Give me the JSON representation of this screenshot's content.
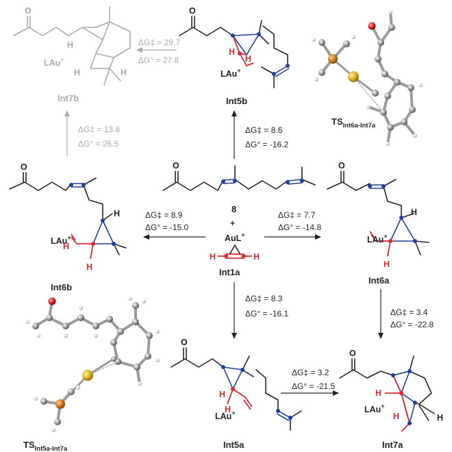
{
  "labels": {
    "int7b": "Int7b",
    "int5b": "Int5b",
    "ts6a7a": "TS",
    "ts6a7a_sub": "Int6a-Int7a",
    "int6b": "Int6b",
    "compound8": "8",
    "int1a": "Int1a",
    "int6a": "Int6a",
    "ts5a7a": "TS",
    "ts5a7a_sub": "Int5a-Int7a",
    "int5a": "Int5a",
    "int7a": "Int7a"
  },
  "reagent": {
    "plus": "+",
    "aul": "AuL",
    "charge": "+"
  },
  "energies": {
    "int5b_to_int7b": {
      "dg_ts": "ΔG‡ = 29.7",
      "dg_rxn": "ΔG° = 27.8"
    },
    "int6b_to_int7b": {
      "dg_ts": "ΔG‡ = 13.8",
      "dg_rxn": "ΔG° = 26.5"
    },
    "to_int5b": {
      "dg_ts": "ΔG‡ = 8.6",
      "dg_rxn": "ΔG° = -16.2"
    },
    "to_int6b": {
      "dg_ts": "ΔG‡ = 8.9",
      "dg_rxn": "ΔG° = -15.0"
    },
    "to_int6a": {
      "dg_ts": "ΔG‡ = 7.7",
      "dg_rxn": "ΔG° = -14.8"
    },
    "to_int5a": {
      "dg_ts": "ΔG‡ = 8.3",
      "dg_rxn": "ΔG° = -16.1"
    },
    "int6a_to_int7a": {
      "dg_ts": "ΔG‡ = 3.4",
      "dg_rxn": "ΔG° = -22.8"
    },
    "int5a_to_int7a": {
      "dg_ts": "ΔG‡ = 3.2",
      "dg_rxn": "ΔG° = -21.5"
    }
  },
  "atoms": {
    "o": "O",
    "h": "H",
    "lau": "LAu",
    "plus": "+"
  },
  "colors": {
    "carbonyl_oxygen": "#e0252b",
    "reactive_carbon": "#1f3f9e",
    "carbene_fragment": "#e0252b",
    "greyed_pathway": "#a9a9a9",
    "gold_atom": "#d9a520",
    "phosphorus_atom": "#c8701e"
  }
}
